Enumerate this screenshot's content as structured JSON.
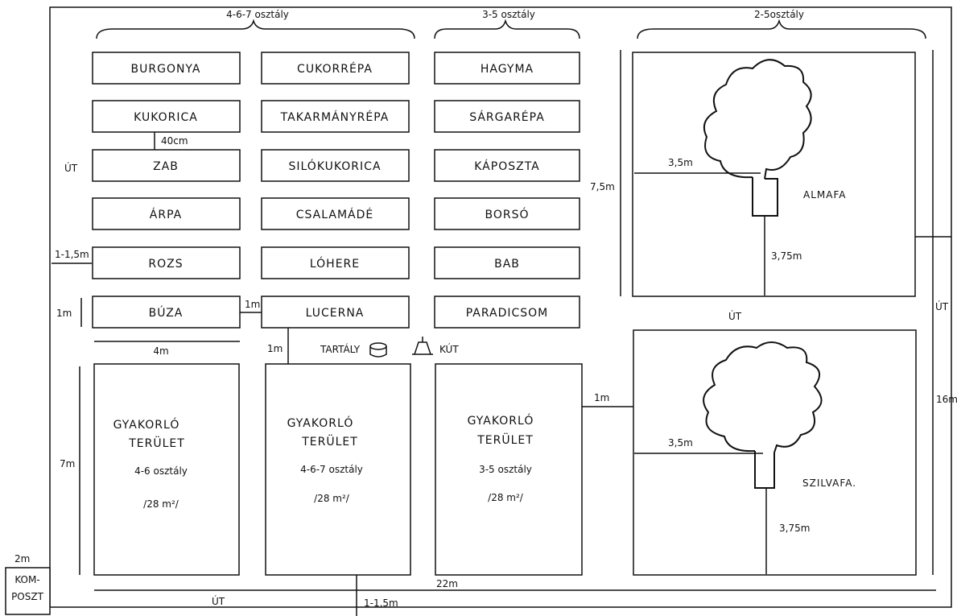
{
  "groups": {
    "left": "4-6-7 osztály",
    "middle": "3-5 osztály",
    "right": "2-5osztály"
  },
  "beds": {
    "col1": [
      "BURGONYA",
      "KUKORICA",
      "ZAB",
      "ÁRPA",
      "ROZS",
      "BÚZA"
    ],
    "col2": [
      "CUKORRÉPA",
      "TAKARMÁNYRÉPA",
      "SILÓKUKORICA",
      "CSALAMÁDÉ",
      "LÓHERE",
      "LUCERNA"
    ],
    "col3": [
      "HAGYMA",
      "SÁRGARÉPA",
      "KÁPOSZTA",
      "BORSÓ",
      "BAB",
      "PARADICSOM"
    ]
  },
  "practice": [
    {
      "line1": "GYAKORLÓ",
      "line2": "TERÜLET",
      "grade": "4-6 osztály",
      "size": "/28 m²/"
    },
    {
      "line1": "GYAKORLÓ",
      "line2": "TERÜLET",
      "grade": "4-6-7 osztály",
      "size": "/28 m²/"
    },
    {
      "line1": "GYAKORLÓ",
      "line2": "TERÜLET",
      "grade": "3-5 osztály",
      "size": "/28 m²/"
    }
  ],
  "trees": {
    "top": "ALMAFA",
    "bottom": "SZILVAFA."
  },
  "features": {
    "tank": "TARTÁLY",
    "well": "KÚT",
    "compost_line1": "KOM-",
    "compost_line2": "POSZT"
  },
  "paths": {
    "left": "ÚT",
    "middle": "ÚT",
    "right": "ÚT",
    "bottom": "ÚT"
  },
  "dimensions": {
    "bed_gap": "40cm",
    "side_path": "1-1,5m",
    "bed_depth": "1m",
    "between_cols": "1m",
    "bed_width": "4m",
    "row_gap": "1m",
    "practice_height": "7m",
    "gap_right": "1m",
    "tree_dist_1": "3,5m",
    "tree_dist_2": "3,75m",
    "tree_dist_3": "3,5m",
    "tree_dist_4": "3,75m",
    "orchard_height": "7,5m",
    "total_height": "16m",
    "total_width": "22m",
    "bottom_path": "1-1,5m",
    "compost_size": "2m"
  }
}
